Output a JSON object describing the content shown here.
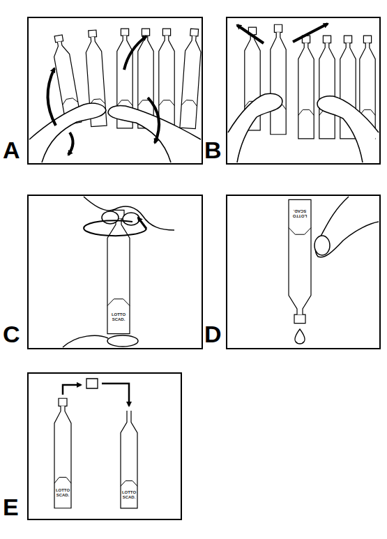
{
  "diagram": {
    "labels": [
      "A",
      "B",
      "C",
      "D",
      "E",
      "LOTTO SCAD.",
      "LOTTO SCAD.",
      "LOTTO SCAD.",
      "LOTTO SCAD."
    ]
  }
}
